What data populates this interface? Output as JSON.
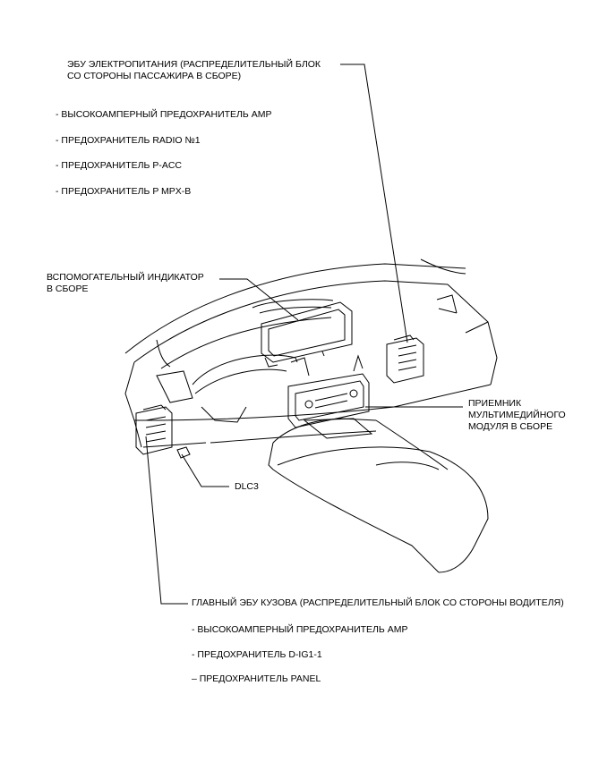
{
  "labels": {
    "power_ecu": "ЭБУ ЭЛЕКТРОПИТАНИЯ (РАСПРЕДЕЛИТЕЛЬНЫЙ БЛОК\nСО СТОРОНЫ ПАССАЖИРА В СБОРЕ)",
    "power_ecu_items": [
      "- ВЫСОКОАМПЕРНЫЙ ПРЕДОХРАНИТЕЛЬ AMP",
      "- ПРЕДОХРАНИТЕЛЬ RADIO №1",
      "- ПРЕДОХРАНИТЕЛЬ P-ACC",
      "- ПРЕДОХРАНИТЕЛЬ P MPX-B"
    ],
    "aux_indicator": "ВСПОМОГАТЕЛЬНЫЙ ИНДИКАТОР\nВ СБОРЕ",
    "multimedia_receiver": "ПРИЕМНИК\nМУЛЬТИМЕДИЙНОГО\nМОДУЛЯ В СБОРЕ",
    "dlc3": "DLC3",
    "main_body_ecu": "ГЛАВНЫЙ ЭБУ КУЗОВА (РАСПРЕДЕЛИТЕЛЬНЫЙ БЛОК СО СТОРОНЫ ВОДИТЕЛЯ)",
    "main_body_ecu_items": [
      "- ВЫСОКОАМПЕРНЫЙ ПРЕДОХРАНИТЕЛЬ AMP",
      "- ПРЕДОХРАНИТЕЛЬ D-IG1-1",
      "– ПРЕДОХРАНИТЕЛЬ PANEL"
    ]
  }
}
